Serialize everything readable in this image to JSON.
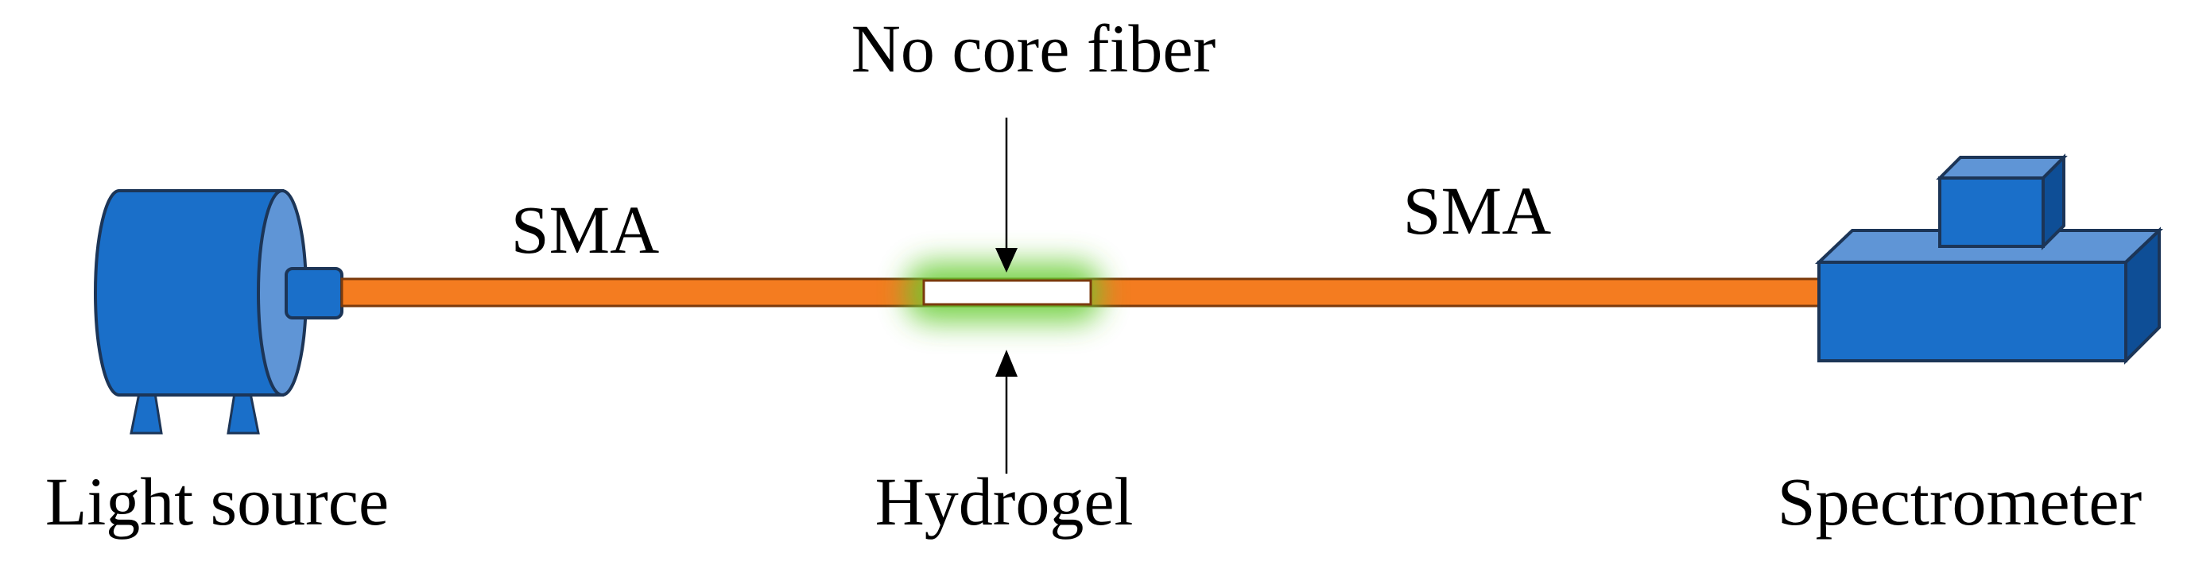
{
  "labels": {
    "no_core_fiber": "No core fiber",
    "sma_left": "SMA",
    "sma_right": "SMA",
    "light_source": "Light source",
    "hydrogel": "Hydrogel",
    "spectrometer": "Spectrometer"
  },
  "colors": {
    "device_blue": "#1a6fc9",
    "device_blue_light": "#5f95d6",
    "device_blue_dark": "#0e4e96",
    "outline": "#1c3557",
    "fiber_orange": "#f47c20",
    "fiber_outline": "#7a3a0c",
    "glow_green": "#66cc33",
    "arrow": "#000000"
  }
}
